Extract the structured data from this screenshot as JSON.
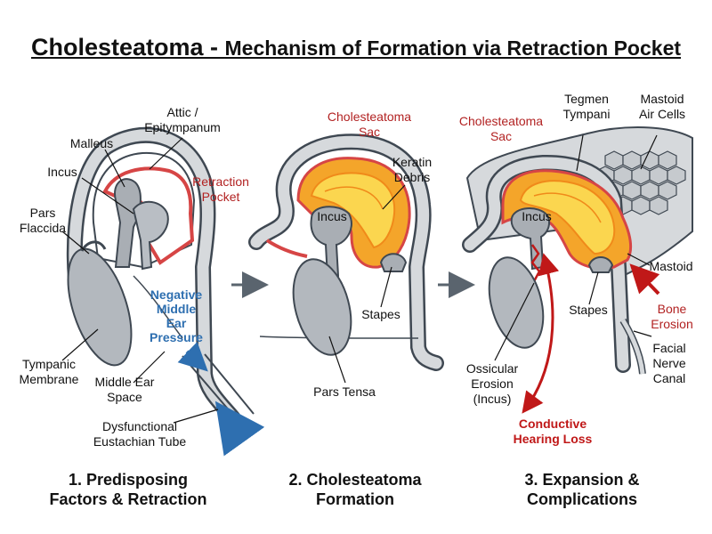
{
  "title": {
    "part1": "Cholesteatoma - ",
    "part2": "Mechanism of Formation via Retraction Pocket"
  },
  "panel1": {
    "labels": {
      "attic_1": "Attic /",
      "attic_2": "Epitympanum",
      "malleus": "Malleus",
      "incus": "Incus",
      "pars_flaccida_1": "Pars",
      "pars_flaccida_2": "Flaccida",
      "retraction_1": "Retraction",
      "retraction_2": "Pocket",
      "neg_1": "Negative",
      "neg_2": "Middle",
      "neg_3": "Ear",
      "neg_4": "Pressure",
      "tympanic_1": "Tympanic",
      "tympanic_2": "Membrane",
      "mes_1": "Middle Ear",
      "mes_2": "Space",
      "eust_1": "Dysfunctional",
      "eust_2": "Eustachian Tube"
    },
    "caption_1": "1. Predisposing",
    "caption_2": "Factors & Retraction"
  },
  "panel2": {
    "labels": {
      "sac_1": "Cholesteatoma",
      "sac_2": "Sac",
      "keratin_1": "Keratin",
      "keratin_2": "Debris",
      "incus": "Incus",
      "stapes": "Stapes",
      "pars_tensa": "Pars Tensa"
    },
    "caption_1": "2. Cholesteatoma",
    "caption_2": "Formation"
  },
  "panel3": {
    "labels": {
      "sac_1": "Cholesteatoma",
      "sac_2": "Sac",
      "tegmen_1": "Tegmen",
      "tegmen_2": "Tympani",
      "mastoid_air_1": "Mastoid",
      "mastoid_air_2": "Air Cells",
      "incus": "Incus",
      "mastoid": "Mastoid",
      "stapes": "Stapes",
      "bone_1": "Bone",
      "bone_2": "Erosion",
      "ossicular_1": "Ossicular",
      "ossicular_2": "Erosion",
      "ossicular_3": "(Incus)",
      "facial_1": "Facial",
      "facial_2": "Nerve",
      "facial_3": "Canal",
      "conductive_1": "Conductive",
      "conductive_2": "Hearing Loss"
    },
    "caption_1": "3. Expansion &",
    "caption_2": "Complications"
  },
  "colors": {
    "bone_gray": "#d6d9dc",
    "ossicle_gray": "#a9aeb4",
    "outline": "#3f4852",
    "mucosa_red": "#d64545",
    "sac_orange": "#f4a52a",
    "sac_yellow": "#fbd64f",
    "arrow_blue": "#2e6fb0",
    "alert_red": "#c01818"
  }
}
